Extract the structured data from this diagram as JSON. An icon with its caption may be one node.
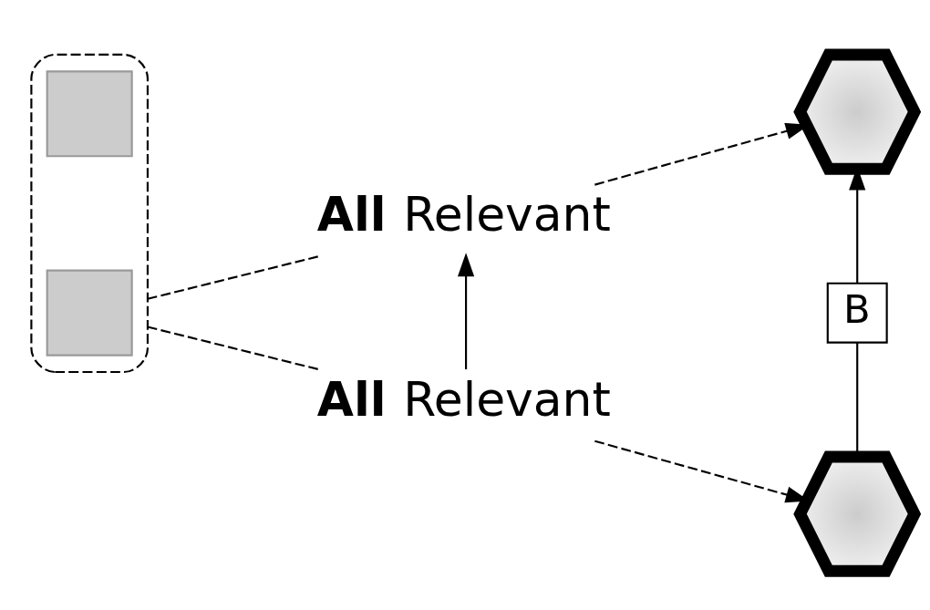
{
  "diagram": {
    "nodes": [
      {
        "text": [],
        "shape": "box"
      },
      {
        "text": [],
        "shape": "box",
        "in": 0
      },
      {
        "text": [],
        "shape": "box",
        "in": 0
      },
      {
        "text": [
          "**All** Relevant"
        ]
      },
      {
        "text": [],
        "shape": "hexagon"
      },
      {
        "text": [
          "B"
        ]
      },
      {
        "text": [
          "**All** Relevant"
        ]
      },
      {
        "text": [],
        "shape": "hexagon"
      }
    ],
    "edges": [
      {
        "from": 0,
        "to": 3,
        "arrow": "none",
        "style": "dashed"
      },
      {
        "from": 3,
        "to": 4,
        "arrow": "to",
        "style": "dashed"
      },
      {
        "from": 0,
        "to": 6,
        "arrow": "none",
        "style": "dashed"
      },
      {
        "from": 6,
        "to": 7,
        "arrow": "to",
        "style": "dashed"
      },
      {
        "from": 6,
        "to": 3,
        "arrow": "to"
      },
      {
        "from": 7,
        "to": 5,
        "arrow": "none"
      },
      {
        "from": 5,
        "to": 4,
        "arrow": "to"
      }
    ]
  }
}
